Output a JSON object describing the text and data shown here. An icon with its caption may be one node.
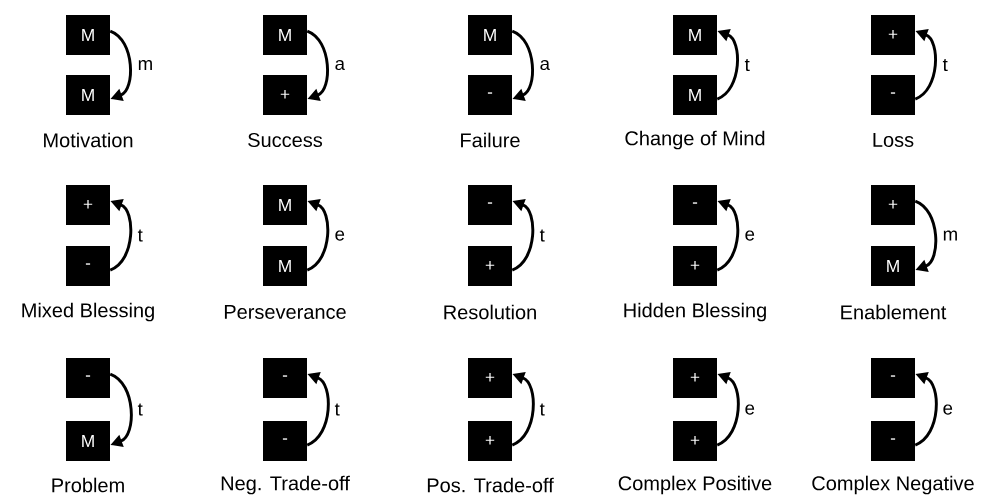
{
  "diagram": {
    "nodes": [
      {
        "text": [
          "M"
        ]
      },
      {
        "text": [
          "M"
        ]
      },
      {
        "text": [
          "M"
        ]
      },
      {
        "text": [
          "+"
        ]
      },
      {
        "text": [
          "M"
        ]
      },
      {
        "text": [
          "-"
        ]
      },
      {
        "text": [
          "M"
        ]
      },
      {
        "text": [
          "M"
        ]
      },
      {
        "text": [
          "+"
        ]
      },
      {
        "text": [
          "-"
        ]
      },
      {
        "text": [
          "+"
        ]
      },
      {
        "text": [
          "-"
        ]
      },
      {
        "text": [
          "M"
        ]
      },
      {
        "text": [
          "M"
        ]
      },
      {
        "text": [
          "-"
        ]
      },
      {
        "text": [
          "+"
        ]
      },
      {
        "text": [
          "-"
        ]
      },
      {
        "text": [
          "+"
        ]
      },
      {
        "text": [
          "+"
        ]
      },
      {
        "text": [
          "M"
        ]
      },
      {
        "text": [
          "-"
        ]
      },
      {
        "text": [
          "M"
        ]
      },
      {
        "text": [
          "-"
        ]
      },
      {
        "text": [
          "-"
        ]
      },
      {
        "text": [
          "+"
        ]
      },
      {
        "text": [
          "+"
        ]
      },
      {
        "text": [
          "+"
        ]
      },
      {
        "text": [
          "+"
        ]
      },
      {
        "text": [
          "-"
        ]
      },
      {
        "text": [
          "-"
        ]
      }
    ],
    "edges": [
      {
        "from": 0,
        "to": 1,
        "arrow": "to",
        "label": "m"
      },
      {
        "from": 2,
        "to": 3,
        "arrow": "to",
        "label": "a"
      },
      {
        "from": 4,
        "to": 5,
        "arrow": "to",
        "label": "a"
      },
      {
        "from": 7,
        "to": 6,
        "arrow": "to",
        "label": "t"
      },
      {
        "from": 9,
        "to": 8,
        "arrow": "to",
        "label": "t"
      },
      {
        "from": 11,
        "to": 10,
        "arrow": "to",
        "label": "t"
      },
      {
        "from": 13,
        "to": 12,
        "arrow": "to",
        "label": "e"
      },
      {
        "from": 15,
        "to": 14,
        "arrow": "to",
        "label": "t"
      },
      {
        "from": 17,
        "to": 16,
        "arrow": "to",
        "label": "e"
      },
      {
        "from": 18,
        "to": 19,
        "arrow": "to",
        "label": "m"
      },
      {
        "from": 20,
        "to": 21,
        "arrow": "to",
        "label": "t"
      },
      {
        "from": 23,
        "to": 22,
        "arrow": "to",
        "label": "t"
      },
      {
        "from": 25,
        "to": 24,
        "arrow": "to",
        "label": "t"
      },
      {
        "from": 27,
        "to": 26,
        "arrow": "to",
        "label": "e"
      },
      {
        "from": 29,
        "to": 28,
        "arrow": "to",
        "label": "e"
      }
    ],
    "labels": [
      "Motivation",
      "Success",
      "Failure",
      "Change of Mind",
      "Loss",
      "Mixed Blessing",
      "Perseverance",
      "Resolution",
      "Hidden Blessing",
      "Enablement",
      "Problem",
      "Neg. Trade-off",
      "Pos. Trade-off",
      "Complex Positive",
      "Complex Negative"
    ]
  }
}
